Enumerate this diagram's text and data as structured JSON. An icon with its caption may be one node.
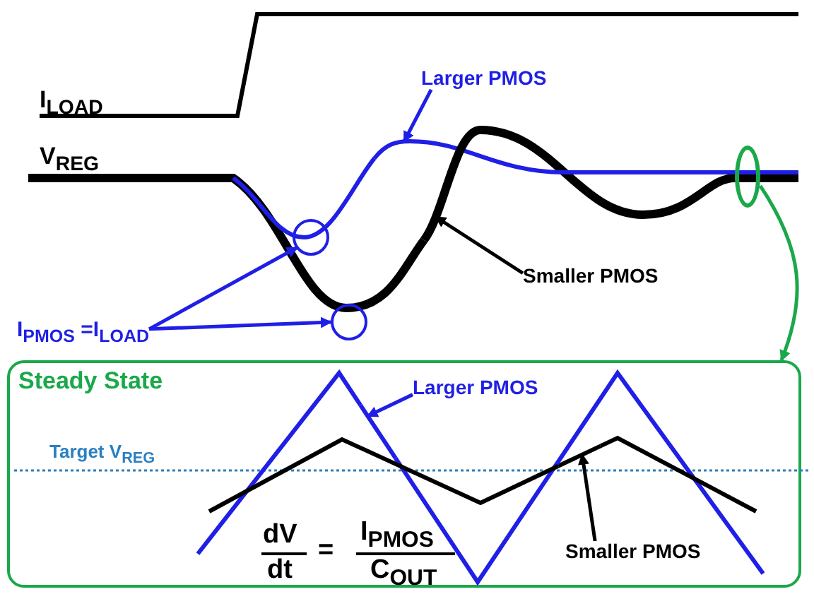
{
  "diagram": {
    "nodes": [
      {
        "text": [
          "Larger PMOS"
        ]
      },
      {
        "text": [
          "Smaller PMOS"
        ]
      },
      {
        "text": [
          "I$_{PMOS}$ =I$_{LOAD}$"
        ]
      },
      {
        "text": [],
        "shape": "circle"
      },
      {
        "text": [],
        "shape": "circle"
      },
      {
        "text": [],
        "shape": "ellipse"
      },
      {
        "text": [
          "Steady State"
        ]
      },
      {
        "text": [
          "Larger PMOS"
        ],
        "in": 6
      },
      {
        "text": [
          "Smaller PMOS"
        ],
        "in": 6
      },
      {
        "text": [],
        "shape": "curve"
      },
      {
        "text": [],
        "shape": "curve"
      },
      {
        "text": [],
        "shape": "curve",
        "in": 6
      },
      {
        "text": [],
        "shape": "curve",
        "in": 6
      }
    ],
    "edges": [
      {
        "from": 0,
        "to": 9,
        "arrow": "to"
      },
      {
        "from": 1,
        "to": 10,
        "arrow": "to",
        "color": "#000000"
      },
      {
        "from": 2,
        "to": 3,
        "arrow": "to"
      },
      {
        "from": 2,
        "to": 4,
        "arrow": "to"
      },
      {
        "from": 5,
        "to": 6,
        "arrow": "to",
        "color": "#1aa84a"
      },
      {
        "from": 7,
        "to": 11,
        "arrow": "to"
      },
      {
        "from": 8,
        "to": 12,
        "arrow": "to",
        "color": "#000000"
      }
    ],
    "labels": [
      "I$_{LOAD}$",
      "V$_{REG}$",
      "Target V$_{REG}$",
      "dV",
      "=",
      "I$_{PMOS}$",
      "dt",
      "C$_{OUT}$"
    ]
  }
}
